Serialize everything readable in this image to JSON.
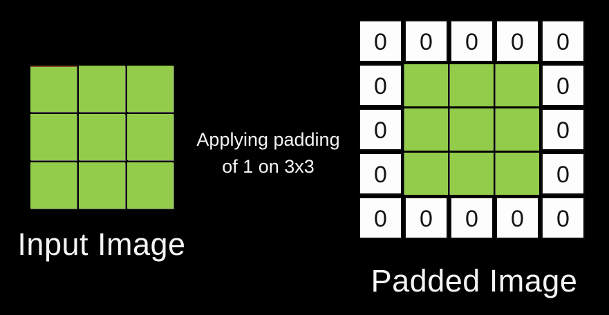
{
  "colors": {
    "background": "#000000",
    "grid_green": "#93cc4b",
    "cell_white": "#fdfdfd",
    "cell_border": "#0a0a0a",
    "zero_text": "#141414",
    "label_text": "#f4f4f4"
  },
  "input_image": {
    "label": "Input Image",
    "rows": 3,
    "cols": 3,
    "cells": [
      [
        "g",
        "g",
        "g"
      ],
      [
        "g",
        "g",
        "g"
      ],
      [
        "g",
        "g",
        "g"
      ]
    ]
  },
  "annotation": {
    "line1": "Applying padding",
    "line2": "of 1 on 3x3"
  },
  "padded_image": {
    "label": "Padded Image",
    "rows": 5,
    "cols": 5,
    "pad_value": "0",
    "cells": [
      [
        "0",
        "0",
        "0",
        "0",
        "0"
      ],
      [
        "0",
        "g",
        "g",
        "g",
        "0"
      ],
      [
        "0",
        "g",
        "g",
        "g",
        "0"
      ],
      [
        "0",
        "g",
        "g",
        "g",
        "0"
      ],
      [
        "0",
        "0",
        "0",
        "0",
        "0"
      ]
    ]
  }
}
